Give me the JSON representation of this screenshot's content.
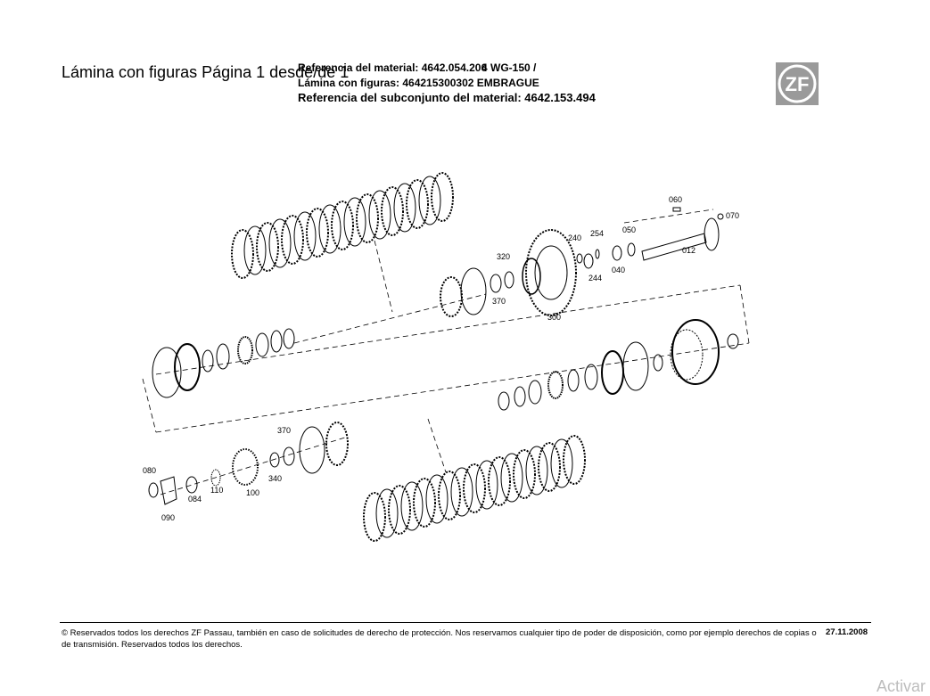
{
  "header": {
    "title": "Lámina con figuras Página 1 desde/de 1",
    "material_ref": "Referencia del material: 4642.054.206",
    "model": "4 WG-150 /",
    "figure_ref": "Lámina con figuras: 464215300302   EMBRAGUE",
    "subassembly_ref": "Referencia del subconjunto del material: 4642.153.494",
    "logo_text": "ZF"
  },
  "diagram": {
    "part_labels": [
      "060",
      "070",
      "012",
      "050",
      "040",
      "254",
      "240",
      "244",
      "320",
      "370",
      "300",
      "370",
      "340",
      "100",
      "110",
      "080",
      "084",
      "090"
    ]
  },
  "footer": {
    "copyright": "© Reservados todos los derechos ZF Passau, también en caso de solicitudes de derecho de protección. Nos reservamos cualquier tipo de poder de disposición, como por ejemplo derechos de copias o de transmisión. Reservados todos los derechos.",
    "date": "27.11.2008"
  },
  "overlay": {
    "watermark": "Activar"
  },
  "colors": {
    "logo_bg": "#9a9a9a",
    "line": "#000000"
  }
}
